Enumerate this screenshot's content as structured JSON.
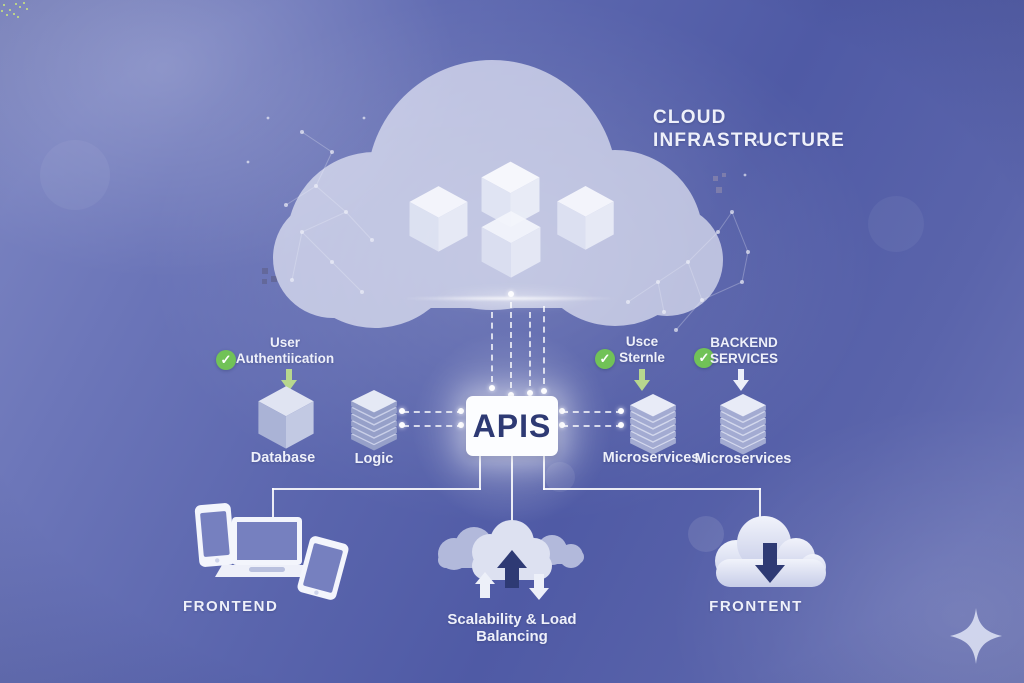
{
  "title": {
    "line1": "CLOUD",
    "line2": "INFRASTRUCTURE"
  },
  "icons": {
    "check": "✓"
  },
  "callouts": [
    {
      "line1": "User",
      "line2": "Authentiication"
    },
    {
      "line1": "Usce",
      "line2": "Sternle"
    },
    {
      "line1": "BACKEND",
      "line2": "SERVICES"
    }
  ],
  "nodes": {
    "database": "Database",
    "logic": "Logic",
    "apis": "APIS",
    "microservices_left": "Microservices",
    "microservices_right": "Microservices"
  },
  "bottom": {
    "frontend": "FRONTEND",
    "scalability": "Scalability & Load Balancing",
    "frontent": "FRONTENT"
  },
  "colors": {
    "background_top": "#7e87c3",
    "background_bottom": "#5560a9",
    "check_green": "#71c257",
    "arrow_pale_green": "#b7d78e",
    "navy": "#2e3a74",
    "text_light": "#eef0fa",
    "cloud_fill": "#eef0fa"
  }
}
